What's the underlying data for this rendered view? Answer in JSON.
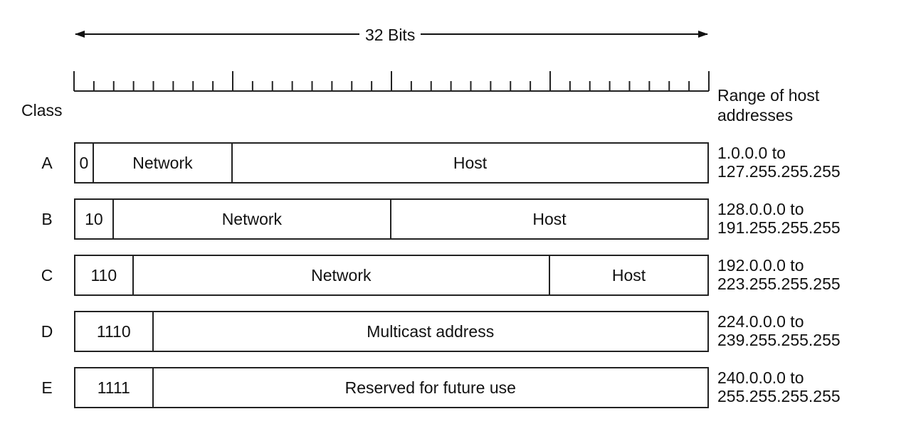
{
  "width_label": "32 Bits",
  "class_header": "Class",
  "range_header": [
    "Range of host",
    "addresses"
  ],
  "total_bits": 32,
  "rows": [
    {
      "class": "A",
      "fields": [
        {
          "label": "0",
          "bits": 1
        },
        {
          "label": "Network",
          "bits": 7
        },
        {
          "label": "Host",
          "bits": 24
        }
      ],
      "range": [
        "1.0.0.0 to",
        "127.255.255.255"
      ]
    },
    {
      "class": "B",
      "fields": [
        {
          "label": "10",
          "bits": 2
        },
        {
          "label": "Network",
          "bits": 14
        },
        {
          "label": "Host",
          "bits": 16
        }
      ],
      "range": [
        "128.0.0.0 to",
        "191.255.255.255"
      ]
    },
    {
      "class": "C",
      "fields": [
        {
          "label": "110",
          "bits": 3
        },
        {
          "label": "Network",
          "bits": 21
        },
        {
          "label": "Host",
          "bits": 8
        }
      ],
      "range": [
        "192.0.0.0 to",
        "223.255.255.255"
      ]
    },
    {
      "class": "D",
      "fields": [
        {
          "label": "1110",
          "bits": 4
        },
        {
          "label": "Multicast address",
          "bits": 28
        }
      ],
      "range": [
        "224.0.0.0 to",
        "239.255.255.255"
      ]
    },
    {
      "class": "E",
      "fields": [
        {
          "label": "1111",
          "bits": 4
        },
        {
          "label": "Reserved for future use",
          "bits": 28
        }
      ],
      "range": [
        "240.0.0.0 to",
        "255.255.255.255"
      ]
    }
  ]
}
